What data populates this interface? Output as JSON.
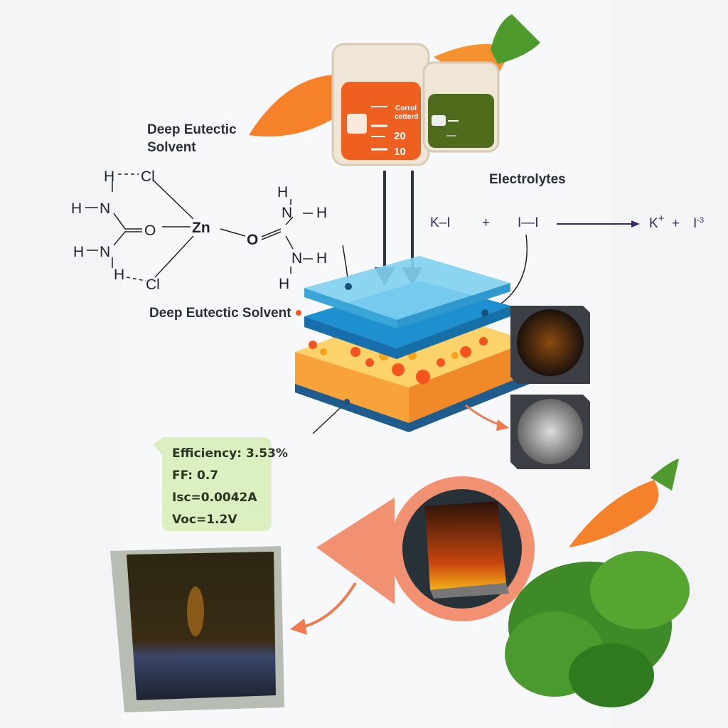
{
  "title": "Deep Eutectic Solvent",
  "molecule": {
    "atoms": [
      "H",
      "Cl",
      "H",
      "N",
      "O",
      "Zn",
      "O",
      "H",
      "N",
      "H",
      "N",
      "H",
      "H",
      "N",
      "H",
      "Cl",
      "H"
    ],
    "caption": "Deep Eutectic Solvent"
  },
  "beaker": {
    "label_line1": "Corrol",
    "label_line2": "cetterd",
    "mark_20": "20",
    "mark_10": "10"
  },
  "electrolytes": {
    "title": "Electrolytes",
    "reactant1": "K–I",
    "plus1": "+",
    "reactant2": "I—I",
    "product1": "K",
    "product1_sup": "+",
    "plus2": "+",
    "product2": "I",
    "product2_sup": "-3"
  },
  "metrics": {
    "efficiency": "Efficiency: 3.53%",
    "ff": "FF: 0.7",
    "isc": "Isc=0.0042A",
    "voc": "Voc=1.2V"
  },
  "colors": {
    "orange": "#f26b2a",
    "blue": "#2aa4dc",
    "yellow": "#fbbf3c",
    "green_box": "#dcefc0",
    "salmon": "#f29072"
  }
}
